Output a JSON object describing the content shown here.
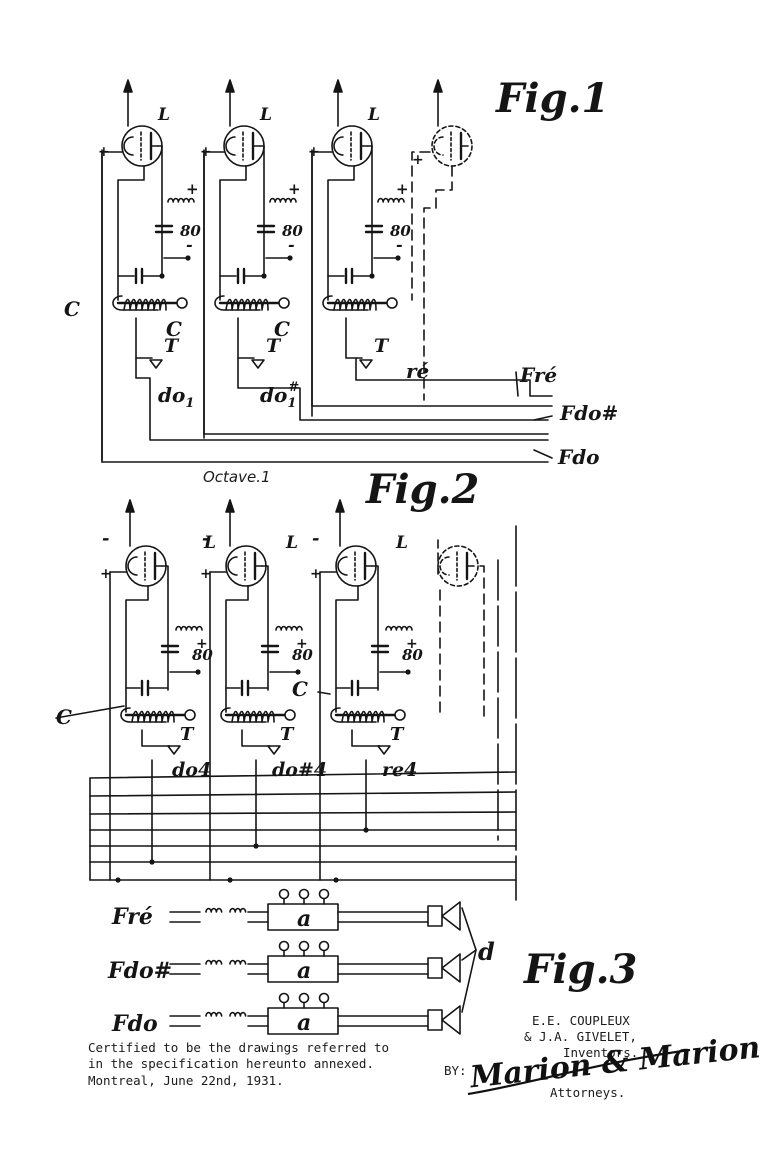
{
  "colors": {
    "ink": "#151515",
    "paper": "#ffffff"
  },
  "fig1": {
    "title": "Fig.1",
    "caption": "Octave.1",
    "stages": [
      {
        "tube": "L",
        "coil": "C",
        "contact": "T",
        "voltage": "80",
        "note": "do",
        "note_sub": "1",
        "note_sup": ""
      },
      {
        "tube": "L",
        "coil": "C",
        "contact": "T",
        "voltage": "80",
        "note": "do",
        "note_sub": "1",
        "note_sup": "#"
      },
      {
        "tube": "L",
        "coil": "C",
        "contact": "T",
        "voltage": "80",
        "note": "ré",
        "note_sub": "",
        "note_sup": ""
      }
    ],
    "feeders": [
      "Fré",
      "Fdo#",
      "Fdo"
    ]
  },
  "fig2": {
    "title": "Fig.2",
    "stages": [
      {
        "tube": "L",
        "coil": "C",
        "contact": "T",
        "voltage": "80",
        "note": "do4"
      },
      {
        "tube": "L",
        "coil": "C",
        "contact": "T",
        "voltage": "80",
        "note": "do#4"
      },
      {
        "tube": "L",
        "coil": "",
        "contact": "T",
        "voltage": "80",
        "note": "re4"
      }
    ]
  },
  "fig3": {
    "title": "Fig.3",
    "lines": [
      {
        "label": "Fré",
        "box": "a"
      },
      {
        "label": "Fdo#",
        "box": "a"
      },
      {
        "label": "Fdo",
        "box": "a"
      }
    ],
    "speaker_label": "d"
  },
  "footer": {
    "certification": [
      "Certified to be the drawings referred to",
      "in the specification hereunto annexed.",
      "Montreal, June 22nd, 1931."
    ],
    "inventors": [
      "E.E. COUPLEUX",
      "& J.A. GIVELET,",
      "Inventors."
    ],
    "by_label": "BY:",
    "signature": "Marion & Marion",
    "attorneys": "Attorneys."
  }
}
